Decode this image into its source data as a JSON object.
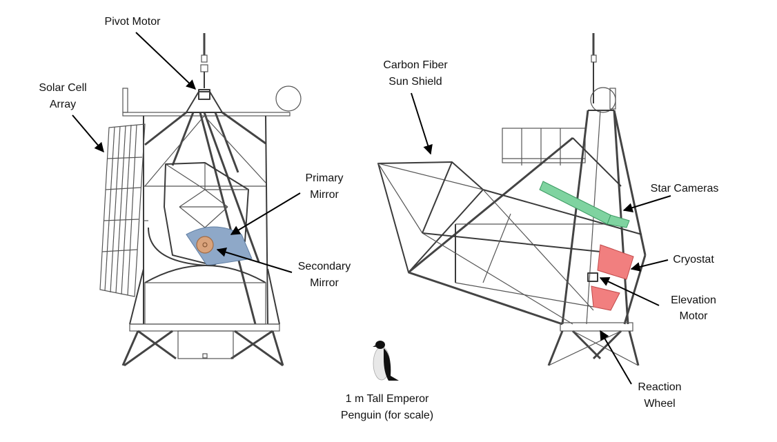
{
  "figure": {
    "description": "Balloon-borne telescope gondola, front and side views",
    "colors": {
      "primary_mirror": "#8ea8c8",
      "secondary_mirror": "#d9a37c",
      "star_cameras": "#7fd3a0",
      "cryostat": "#f17f7f",
      "line": "#3a3a3a"
    }
  },
  "labels": {
    "pivot_motor": [
      "Pivot Motor"
    ],
    "solar_cell_array": [
      "Solar Cell",
      "Array"
    ],
    "primary_mirror": [
      "Primary",
      "Mirror"
    ],
    "secondary_mirror": [
      "Secondary",
      "Mirror"
    ],
    "sun_shield": [
      "Carbon Fiber",
      "Sun Shield"
    ],
    "star_cameras": [
      "Star Cameras"
    ],
    "cryostat": [
      "Cryostat"
    ],
    "elevation_motor": [
      "Elevation",
      "Motor"
    ],
    "reaction_wheel": [
      "Reaction",
      "Wheel"
    ],
    "penguin": [
      "1 m Tall Emperor",
      "Penguin (for scale)"
    ]
  }
}
